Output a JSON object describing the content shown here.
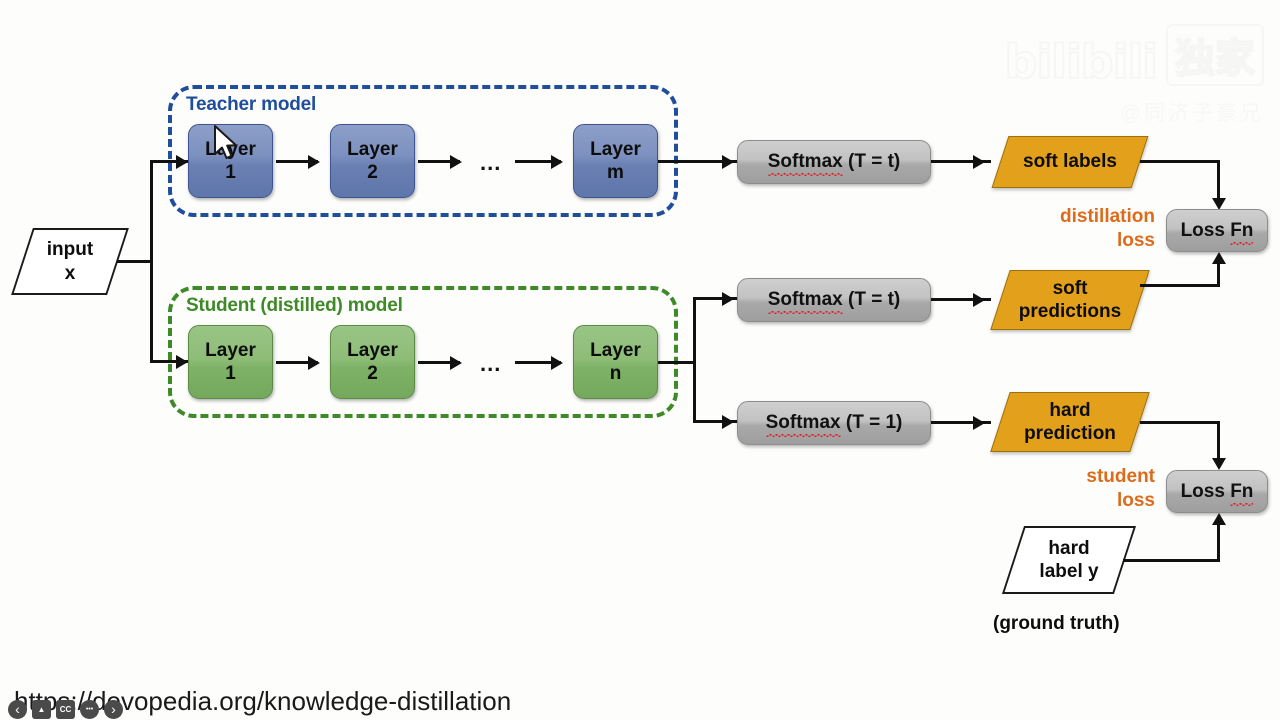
{
  "diagram": {
    "input": {
      "line1": "input",
      "line2": "x"
    },
    "teacher": {
      "title": "Teacher model",
      "layers": [
        {
          "line1": "Layer",
          "line2": "1"
        },
        {
          "line1": "Layer",
          "line2": "2"
        },
        {
          "line1": "Layer",
          "line2": "m"
        }
      ],
      "ellipsis": "..."
    },
    "student": {
      "title": "Student (distilled) model",
      "layers": [
        {
          "line1": "Layer",
          "line2": "1"
        },
        {
          "line1": "Layer",
          "line2": "2"
        },
        {
          "line1": "Layer",
          "line2": "n"
        }
      ],
      "ellipsis": "..."
    },
    "softmax": [
      {
        "word": "Softmax",
        "rest": " (T = t)"
      },
      {
        "word": "Softmax",
        "rest": " (T = t)"
      },
      {
        "word": "Softmax",
        "rest": " (T = 1)"
      }
    ],
    "outputs": [
      {
        "line1": "soft labels",
        "line2": ""
      },
      {
        "line1": "soft",
        "line2": "predictions"
      },
      {
        "line1": "hard",
        "line2": "prediction"
      }
    ],
    "hard_label": {
      "line1": "hard",
      "line2": "label y",
      "note": "(ground truth)"
    },
    "losses": [
      {
        "line1": "distillation",
        "line2": "loss"
      },
      {
        "line1": "student",
        "line2": "loss"
      }
    ],
    "loss_fn": {
      "word": "Loss ",
      "squiggle": "Fn"
    },
    "colors": {
      "teacher_blue": "#1f4e9c",
      "student_green": "#3e8a29",
      "orange_fill": "#e3a01a",
      "loss_text_orange": "#dd6b1b",
      "grey_box": "#c2c2c2"
    }
  },
  "watermark": {
    "main": "bilibili",
    "badge": "独家",
    "sub": "@同济子豪兄"
  },
  "caption": {
    "url": "https://devopedia.org/knowledge-distillation"
  },
  "player": {
    "controls": [
      {
        "icon": "back-arrow-icon",
        "glyph": "‹"
      },
      {
        "icon": "cast-icon",
        "glyph": "▲"
      },
      {
        "icon": "closed-captions-icon",
        "glyph": "CC"
      },
      {
        "icon": "more-options-icon",
        "glyph": "•••"
      },
      {
        "icon": "forward-arrow-icon",
        "glyph": "›"
      }
    ]
  }
}
